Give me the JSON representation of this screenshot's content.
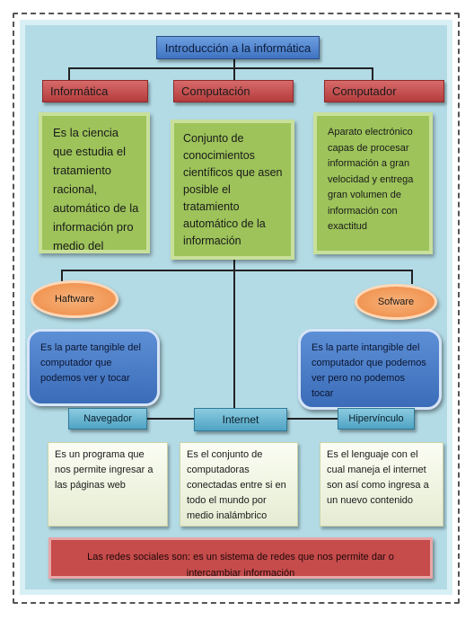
{
  "title": "Introducción a la informática",
  "concepts": [
    {
      "label": "Informática",
      "text": "Es la ciencia que estudia el tratamiento racional, automático de la información pro medio del"
    },
    {
      "label": "Computación",
      "text": "Conjunto de conocimientos científicos que asen posible el tratamiento automático de la información"
    },
    {
      "label": "Computador",
      "text": "Aparato electrónico capas de procesar información a gran velocidad y entrega gran volumen de información con exactitud"
    }
  ],
  "components": [
    {
      "label": "Haftware",
      "text": "Es la parte tangible del computador que podemos ver y tocar"
    },
    {
      "label": "Sofware",
      "text": "Es la parte intangible del computador que podemos ver pero no podemos tocar"
    }
  ],
  "network": [
    {
      "label": "Navegador",
      "text": "Es un programa que nos permite ingresar a las páginas web"
    },
    {
      "label": "Internet",
      "text": "Es el conjunto de computadoras conectadas entre si en todo el mundo por medio inalámbrico"
    },
    {
      "label": "Hipervínculo",
      "text": "Es el lenguaje con el cual maneja el internet son así como ingresa a un nuevo contenido"
    }
  ],
  "footer": "Las redes sociales son: es un sistema de redes que nos permite dar o intercambiar información"
}
